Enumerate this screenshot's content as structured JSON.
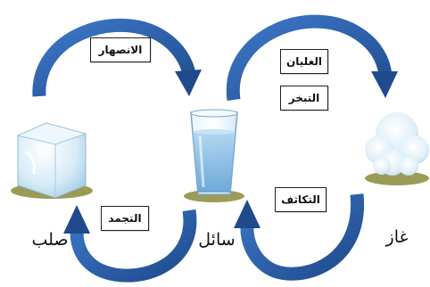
{
  "processes": {
    "melting": "الانصهار",
    "boiling": "الغليان",
    "evaporation": "التبخر",
    "condensation": "التكاثف",
    "freezing": "التجمد"
  },
  "states": {
    "solid": "صلب",
    "liquid": "سائل",
    "gas": "غاز"
  },
  "colors": {
    "arrow": "#2e64b4",
    "arrow_dark": "#1f4a8c",
    "ice": "#cfe7f5",
    "water": "#7fb9e6",
    "ground": "#8a8a3a"
  }
}
